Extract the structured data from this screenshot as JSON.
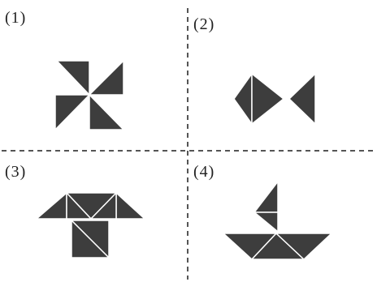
{
  "panels": [
    {
      "label": "(1)",
      "figure": "pinwheel"
    },
    {
      "label": "(2)",
      "figure": "fish"
    },
    {
      "label": "(3)",
      "figure": "mushroom"
    },
    {
      "label": "(4)",
      "figure": "sailboat"
    }
  ],
  "colors": {
    "shape_fill": "#3d3d3d",
    "divider": "#555555",
    "background": "#ffffff"
  }
}
